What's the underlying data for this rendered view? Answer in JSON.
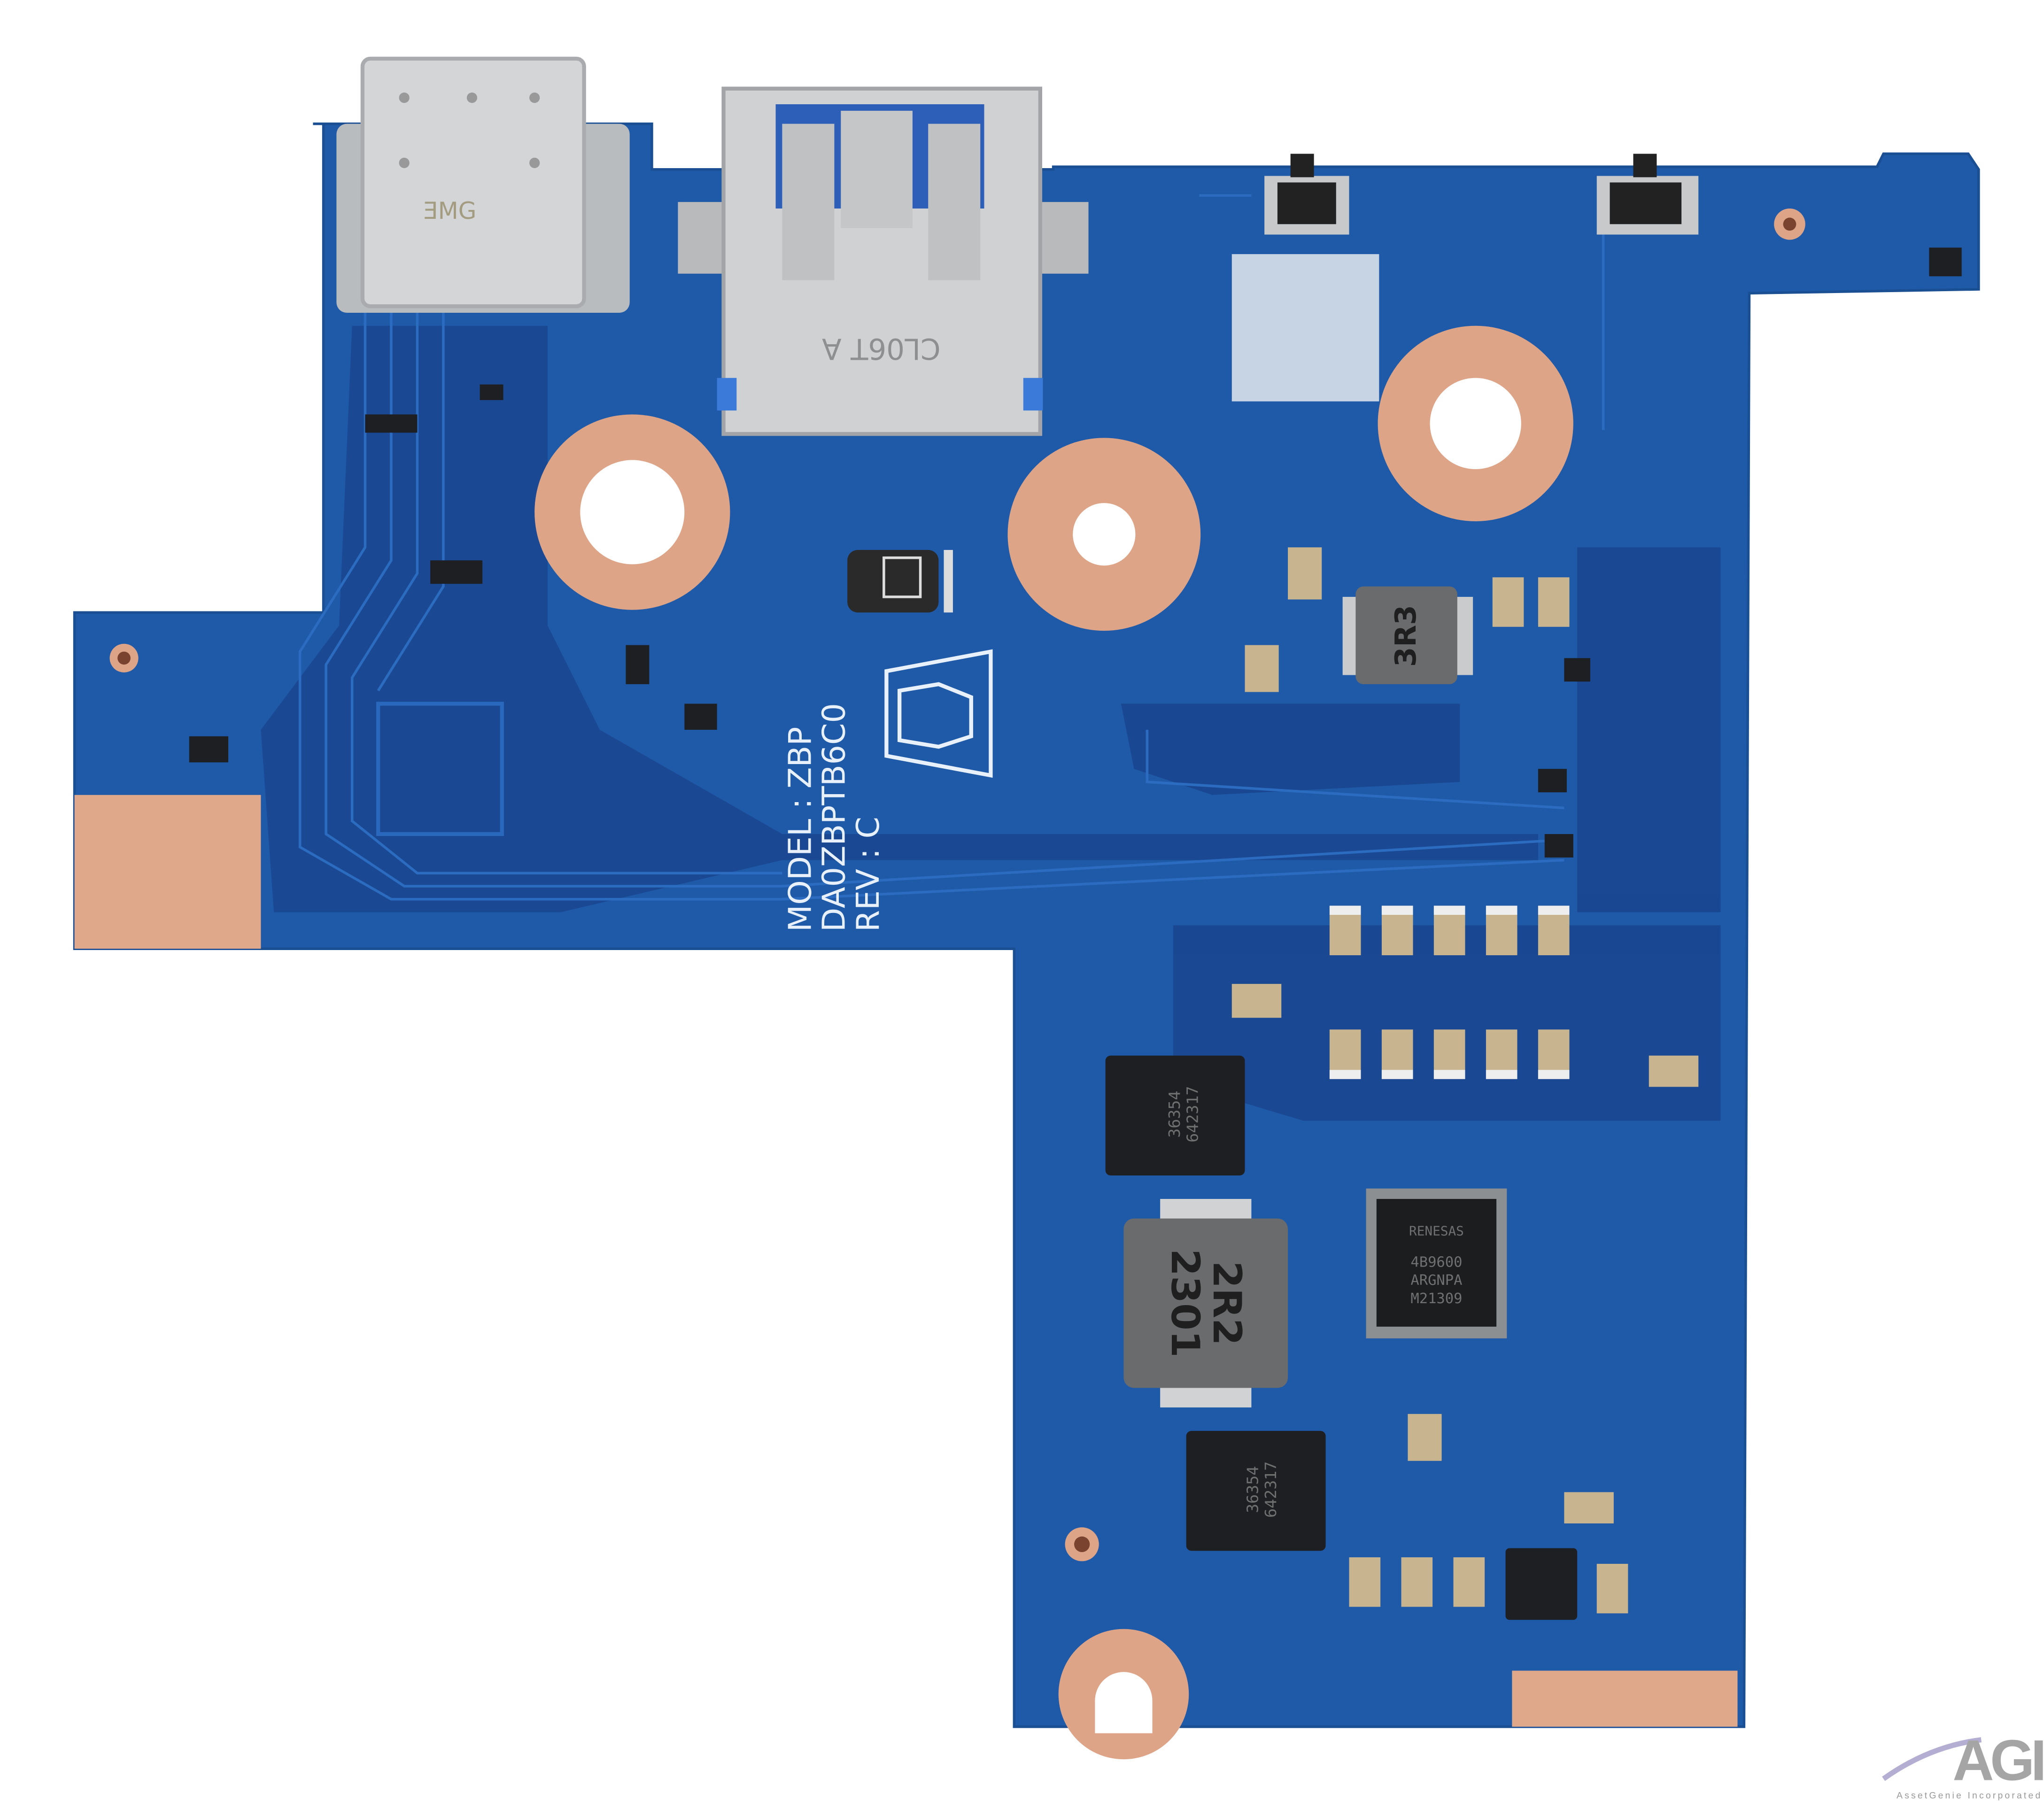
{
  "board": {
    "silkscreen": {
      "model_line": "MODEL : ZBP",
      "part_line": "DA0ZBPTB6C0",
      "rev_line": "REV : C"
    },
    "usb_a_marking": "CL06T  A",
    "usb_c_marking": "ƎMG",
    "inductor_small": "3R3",
    "inductor_large_line1": "2R2",
    "inductor_large_line2": "2301",
    "controller_chip": {
      "brand": "RENESAS",
      "line1": "4B9600",
      "line2": "ARGNPA",
      "line3": "M21309"
    },
    "mosfet_marking_line1": "36354",
    "mosfet_marking_line2": "642317",
    "colors": {
      "pcb": "#1f5aa8",
      "pcb_dark": "#173f86",
      "copper": "#e0a88a",
      "metal": "#c9cbcd"
    }
  },
  "watermark": {
    "logo_text": "AGI",
    "company": "AssetGenie Incorporated"
  }
}
